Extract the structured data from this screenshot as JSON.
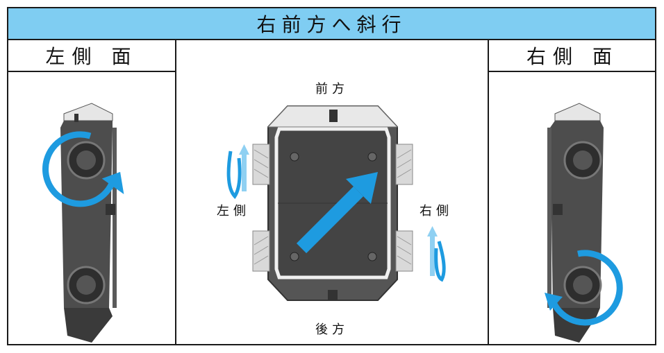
{
  "title": "右前方へ斜行",
  "left_panel": {
    "heading": "左側 面"
  },
  "right_panel": {
    "heading": "右側 面"
  },
  "center_panel": {
    "front_label": "前方",
    "rear_label": "後方",
    "left_side_label": "左側",
    "right_side_label": "右側"
  },
  "colors": {
    "header_bg": "#7fcdf2",
    "arrow_blue": "#1e9be0",
    "arrow_light": "#8fd0f2",
    "robot_dark": "#4a4a4a",
    "border": "#1a1a1a"
  }
}
